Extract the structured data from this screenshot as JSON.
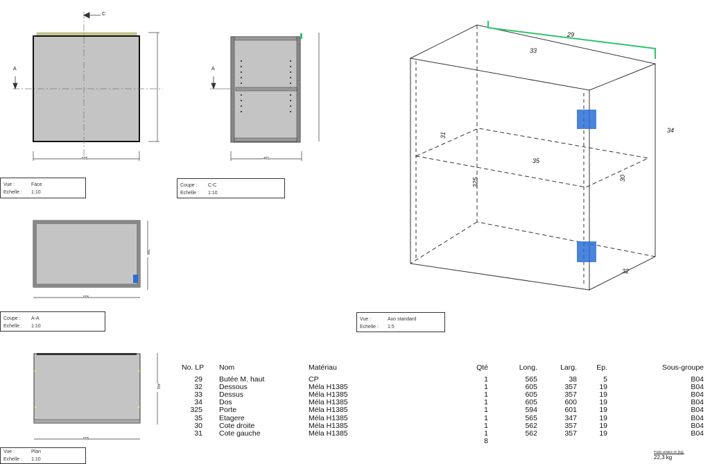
{
  "views": [
    {
      "k1": "Vue :",
      "v1": "Face",
      "k2": "Echelle :",
      "v2": "1:10"
    },
    {
      "k1": "Coupe :",
      "v1": "C-C",
      "k2": "Echelle :",
      "v2": "1:10"
    },
    {
      "k1": "Coupe :",
      "v1": "A-A",
      "k2": "Echelle :",
      "v2": "1:10"
    },
    {
      "k1": "Vue :",
      "v1": "Axo standard",
      "k2": "Echelle :",
      "v2": "1:5"
    },
    {
      "k1": "Vue :",
      "v1": "Plan",
      "k2": "Echelle :",
      "v2": "1:10"
    }
  ],
  "markers": {
    "c": "C",
    "a": "A"
  },
  "dims": {
    "face_w": "605",
    "cc_w": "401",
    "aa_w": "605",
    "aa_d": "396",
    "plan_w": "605",
    "plan_d": "401"
  },
  "axo_labels": [
    "29",
    "33",
    "34",
    "35",
    "30",
    "325",
    "31",
    "32"
  ],
  "table": {
    "headers": [
      "No. LP",
      "Nom",
      "Matériau",
      "Qté",
      "Long.",
      "Larg.",
      "Ep.",
      "Sous-groupe"
    ],
    "rows": [
      [
        "29",
        "Butée M. haut",
        "CP",
        "1",
        "565",
        "38",
        "5",
        "B04"
      ],
      [
        "32",
        "Dessous",
        "Méla H1385",
        "1",
        "605",
        "357",
        "19",
        "B04"
      ],
      [
        "33",
        "Dessus",
        "Méla H1385",
        "1",
        "605",
        "357",
        "19",
        "B04"
      ],
      [
        "34",
        "Dos",
        "Méla H1385",
        "1",
        "605",
        "600",
        "19",
        "B04"
      ],
      [
        "325",
        "Porte",
        "Méla H1385",
        "1",
        "594",
        "601",
        "19",
        "B04"
      ],
      [
        "35",
        "Etagere",
        "Méla H1385",
        "1",
        "565",
        "347",
        "19",
        "B04"
      ],
      [
        "30",
        "Cote droite",
        "Méla H1385",
        "1",
        "562",
        "357",
        "19",
        "B04"
      ],
      [
        "31",
        "Cote gauche",
        "Méla H1385",
        "1",
        "562",
        "357",
        "19",
        "B04"
      ]
    ],
    "total_qty": "8"
  },
  "weight": {
    "label": "Poids unitaire en (kg):",
    "value": "22,3 kg"
  },
  "colors": {
    "panel": "#c4c4c4",
    "edge": "#c9c98a",
    "hinge": "#2a6fd6",
    "stop": "#2fc46a"
  }
}
